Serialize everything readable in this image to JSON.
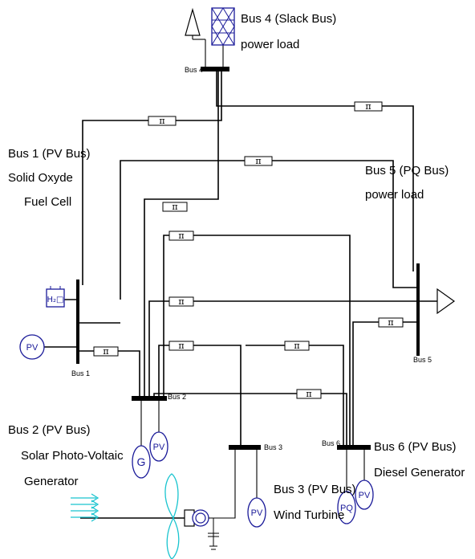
{
  "labels": {
    "bus1_title": "Bus 1 (PV Bus)",
    "bus1_line2": "Solid Oxyde",
    "bus1_line3": "Fuel Cell",
    "bus2_title": "Bus 2 (PV Bus)",
    "bus2_line2": "Solar Photo-Voltaic",
    "bus2_line3": "Generator",
    "bus3_title": "Bus 3 (PV Bus)",
    "bus3_line2": "Wind Turbine",
    "bus4_title": "Bus 4 (Slack Bus)",
    "bus4_line2": "power load",
    "bus5_title": "Bus 5 (PQ Bus)",
    "bus5_line2": "power load",
    "bus6_title": "Bus 6 (PV Bus)",
    "bus6_line2": "Diesel Generator"
  },
  "bus_tags": {
    "bus1": "Bus 1",
    "bus2": "Bus 2",
    "bus3": "Bus 3",
    "bus4": "Bus 4",
    "bus5": "Bus 5",
    "bus6": "Bus 6"
  },
  "symbols": {
    "pi": "π",
    "pv": "PV",
    "pq": "PQ",
    "generator": "G",
    "fuel_cell": "H₂□"
  },
  "colors": {
    "line": "#000000",
    "icon_blue": "#1a1a99",
    "wind_cyan": "#19c4cf"
  }
}
